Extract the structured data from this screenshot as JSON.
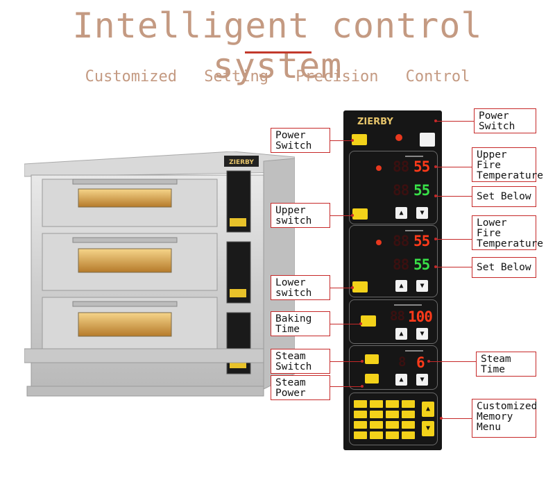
{
  "header": {
    "title": "Intelligent control system",
    "subtitle": "Customized Setting  Precision Control"
  },
  "panel": {
    "brand": "ZIERBY",
    "displays": {
      "upper_temp": "55",
      "upper_set": "55",
      "lower_temp": "55",
      "lower_set": "55",
      "baking_time": "100",
      "steam_time": "6",
      "dim_digits": "88"
    }
  },
  "oven": {
    "brand": "ZIERBY"
  },
  "callouts": {
    "left": {
      "power_switch": "Power\nSwitch",
      "upper_switch": "Upper\nswitch",
      "lower_switch": "Lower\nswitch",
      "baking_time": "Baking\nTime",
      "steam_switch": "Steam\nSwitch",
      "steam_power": "Steam\nPower"
    },
    "right": {
      "power_switch": "Power\nSwitch",
      "upper_fire_temp": "Upper\nFire\nTemperature",
      "set_below_1": "Set Below",
      "lower_fire_temp": "Lower\nFire\nTemperature",
      "set_below_2": "Set Below",
      "steam_time": "Steam\nTime",
      "memory_menu": "Customized\nMemory\nMenu"
    }
  },
  "colors": {
    "title": "#c49a82",
    "accent": "#c62828",
    "panel_bg": "#161616",
    "button_yellow": "#f3d21a",
    "led_red": "#ff3a1a",
    "led_green": "#38e048"
  }
}
